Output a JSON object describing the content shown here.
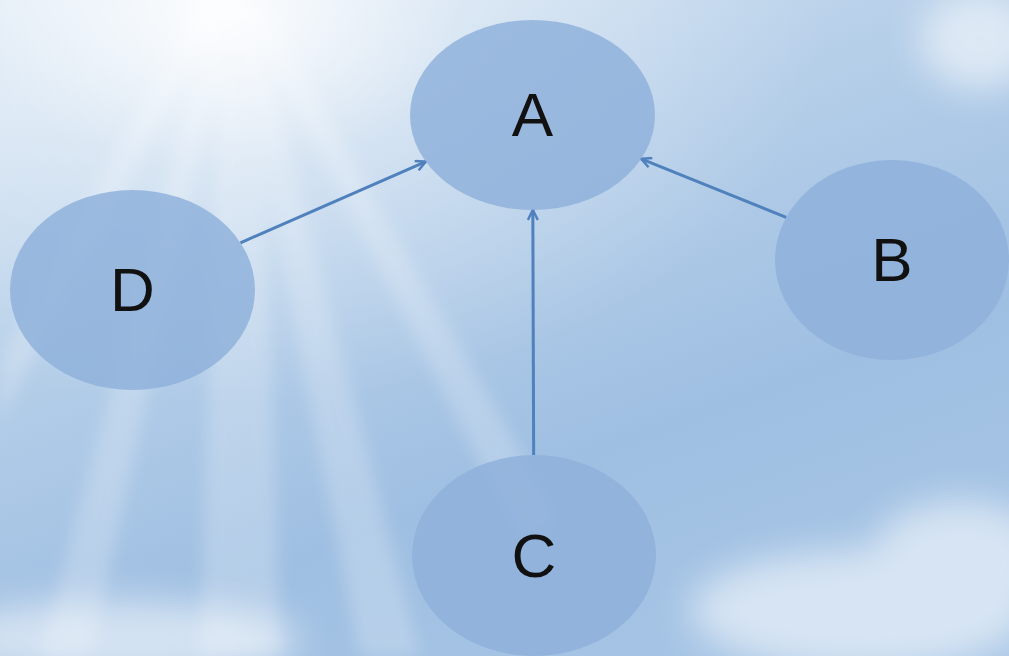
{
  "diagram": {
    "nodes": [
      {
        "text": [
          "A"
        ]
      },
      {
        "text": [
          "B"
        ]
      },
      {
        "text": [
          "C"
        ]
      },
      {
        "text": [
          "D"
        ]
      }
    ],
    "edges": [
      {
        "from": 3,
        "to": 0,
        "arrow": "to"
      },
      {
        "from": 2,
        "to": 0,
        "arrow": "to"
      },
      {
        "from": 1,
        "to": 0,
        "arrow": "to"
      }
    ]
  }
}
